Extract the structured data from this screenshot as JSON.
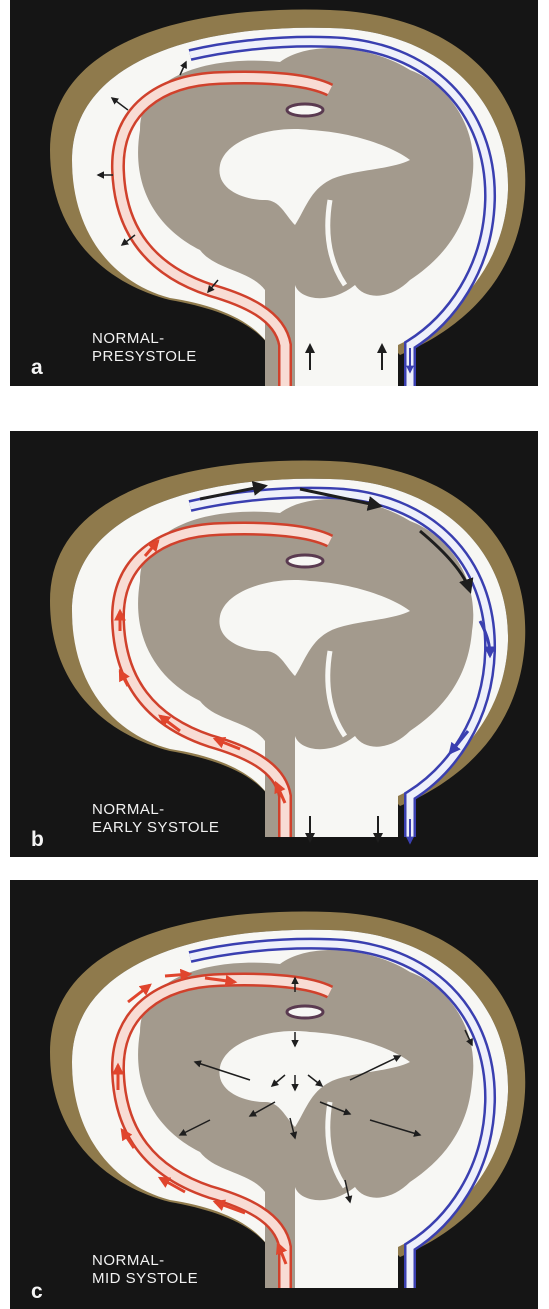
{
  "panels": [
    {
      "letter": "a",
      "line1": "NORMAL-",
      "line2": "PRESYSTOLE"
    },
    {
      "letter": "b",
      "line1": "NORMAL-",
      "line2": "EARLY SYSTOLE"
    },
    {
      "letter": "c",
      "line1": "NORMAL-",
      "line2": "MID SYSTOLE"
    }
  ],
  "colors": {
    "background": "#151515",
    "skull": "#8f7a4c",
    "brain": "#a39a8d",
    "csf": "#f7f7f4",
    "artery": "#d0412c",
    "vein": "#3a3fb0",
    "arrow": "#1e1e1e"
  }
}
